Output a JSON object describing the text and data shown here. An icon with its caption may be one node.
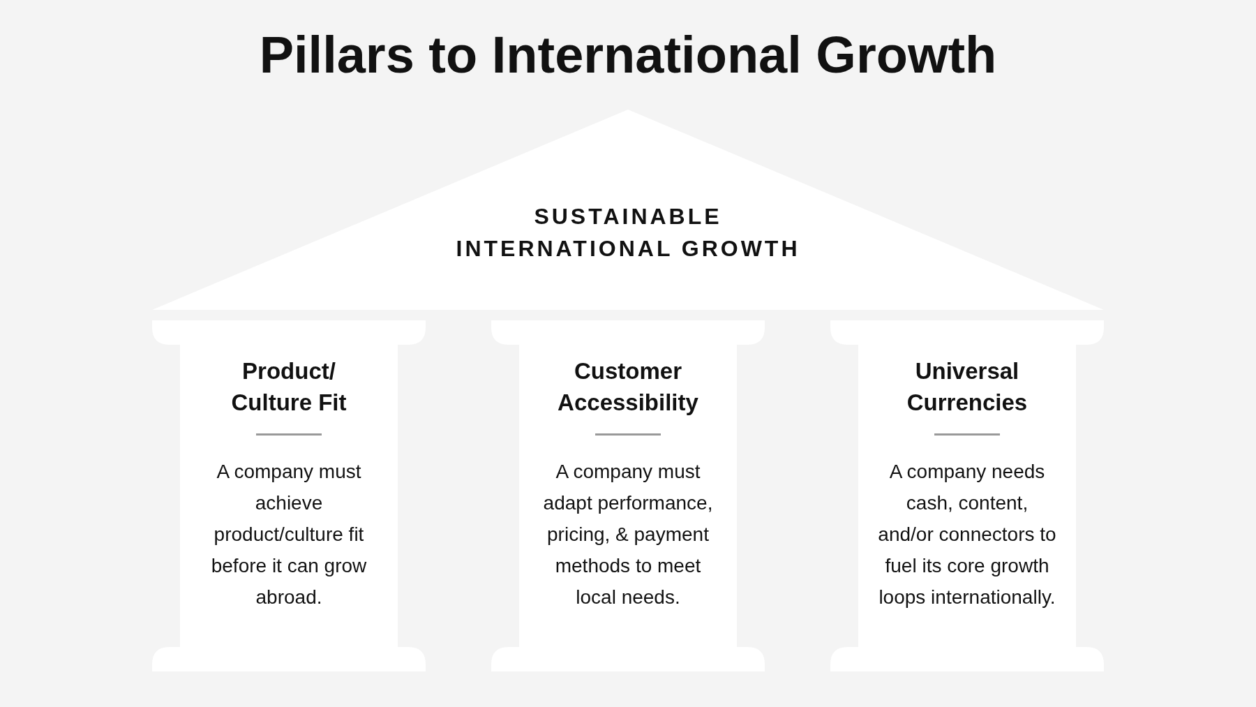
{
  "diagram": {
    "title": "Pillars to International Growth",
    "nodes": [
      {
        "text": [
          "SUSTAINABLE INTERNATIONAL GROWTH"
        ]
      },
      {
        "text": [
          "Product/ Culture Fit",
          "A company must achieve product/culture fit before it can grow abroad."
        ]
      },
      {
        "text": [
          "Customer Accessibility",
          "A company must adapt performance, pricing, & payment methods to meet local needs."
        ]
      },
      {
        "text": [
          "Universal Currencies",
          "A company needs cash, content, and/or connectors to fuel its core growth loops internationally."
        ]
      }
    ]
  }
}
